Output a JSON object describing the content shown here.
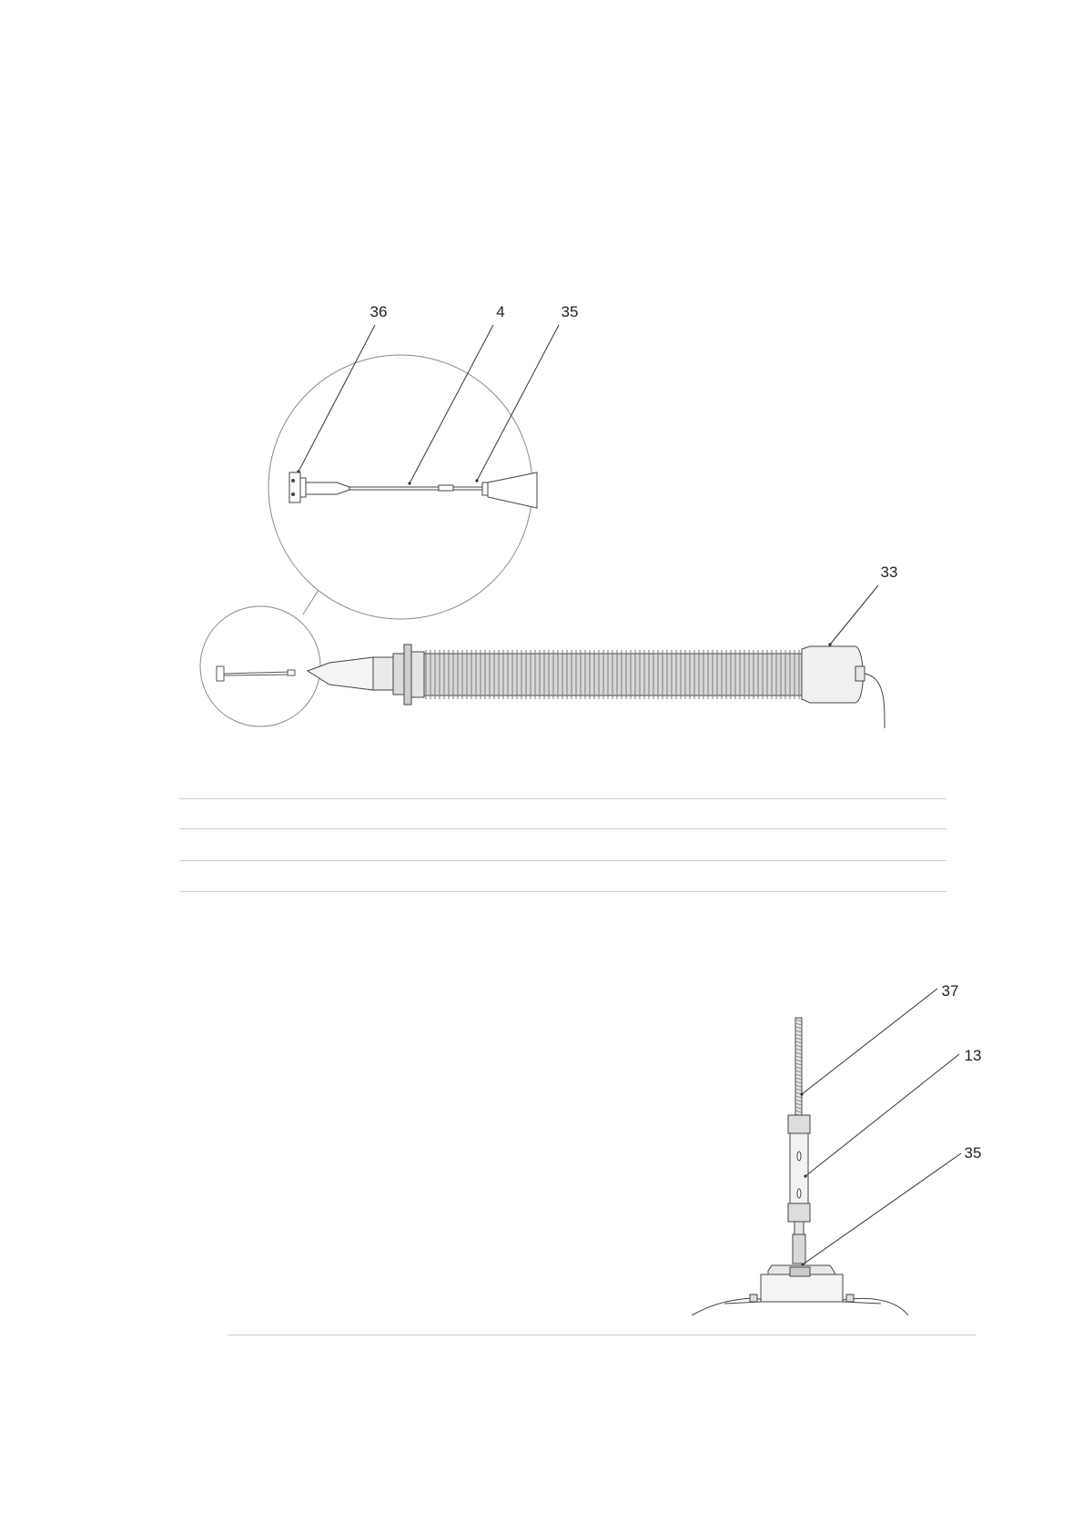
{
  "figure1": {
    "callouts": {
      "c36": "36",
      "c4": "4",
      "c35": "35",
      "c33": "33"
    }
  },
  "figure2": {
    "callouts": {
      "c37": "37",
      "c13": "13",
      "c35": "35"
    }
  }
}
